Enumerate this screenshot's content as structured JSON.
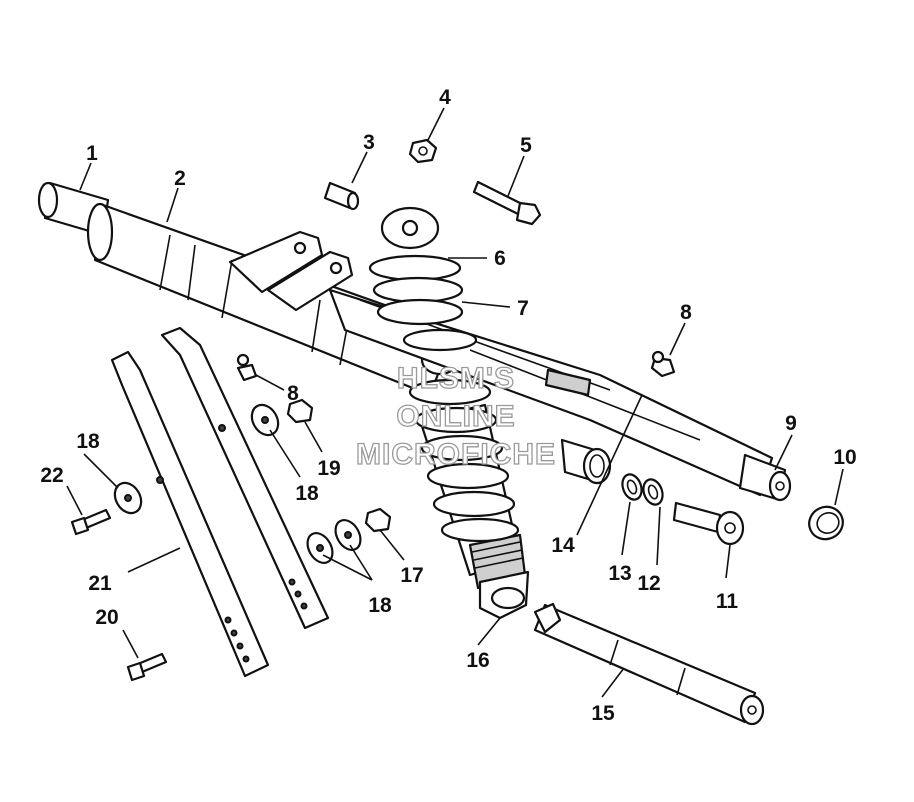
{
  "labels": {
    "l1": "1",
    "l2": "2",
    "l3": "3",
    "l4": "4",
    "l5": "5",
    "l6": "6",
    "l7": "7",
    "l8a": "8",
    "l8b": "8",
    "l9": "9",
    "l10": "10",
    "l11": "11",
    "l12": "12",
    "l13": "13",
    "l14": "14",
    "l15": "15",
    "l16": "16",
    "l17": "17",
    "l18a": "18",
    "l18b": "18",
    "l18c": "18",
    "l19": "19",
    "l20": "20",
    "l21": "21",
    "l22": "22"
  },
  "watermark": {
    "line1": "HLSM'S",
    "line2": "ONLINE",
    "line3": "MICROFICHE"
  }
}
